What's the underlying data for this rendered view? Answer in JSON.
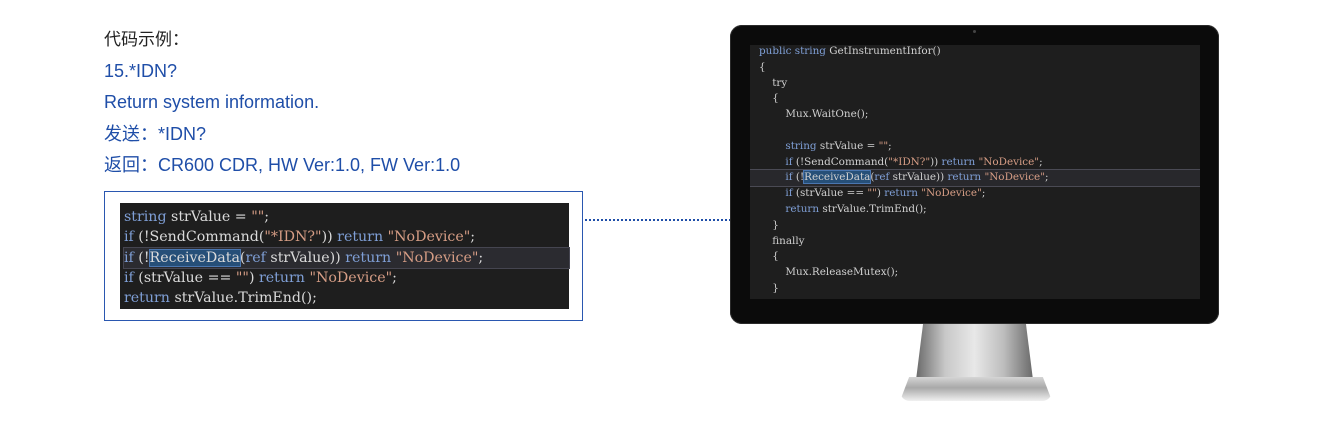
{
  "description": {
    "title": "代码示例：",
    "command": "15.*IDN?",
    "summary": "Return system information.",
    "send": "发送：*IDN?",
    "reply": "返回：CR600 CDR, HW Ver:1.0, FW Ver:1.0"
  },
  "snippet": {
    "l1_kw": "string",
    "l1_rest": " strValue = ",
    "l1_str": "\"\"",
    "l1_end": ";",
    "l2_kw1": "if",
    "l2_a": " (!SendCommand(",
    "l2_str1": "\"*IDN?\"",
    "l2_b": ")) ",
    "l2_kw2": "return",
    "l2_sp": " ",
    "l2_str2": "\"NoDevice\"",
    "l2_end": ";",
    "l3_kw1": "if",
    "l3_a": " (!",
    "l3_sel": "ReceiveData",
    "l3_b": "(",
    "l3_kw2": "ref",
    "l3_c": " strValue)) ",
    "l3_kw3": "return",
    "l3_sp": " ",
    "l3_str": "\"NoDevice\"",
    "l3_end": ";",
    "l4_kw1": "if",
    "l4_a": " (strValue == ",
    "l4_str1": "\"\"",
    "l4_b": ") ",
    "l4_kw2": "return",
    "l4_sp": " ",
    "l4_str2": "\"NoDevice\"",
    "l4_end": ";",
    "l5_kw": "return",
    "l5_rest": " strValue.TrimEnd();"
  },
  "screen": {
    "sig_kw1": "public",
    "sig_kw2": " string",
    "sig_rest": " GetInstrumentInfor()",
    "brace_open": "{",
    "try_kw": "    try",
    "try_open": "    {",
    "waitone": "        Mux.WaitOne();",
    "blank": " ",
    "s1_kw": "        string",
    "s1_rest": " strValue = ",
    "s1_str": "\"\"",
    "s1_end": ";",
    "s2_kw1": "        if",
    "s2_a": " (!SendCommand(",
    "s2_str1": "\"*IDN?\"",
    "s2_b": ")) ",
    "s2_kw2": "return",
    "s2_sp": " ",
    "s2_str2": "\"NoDevice\"",
    "s2_end": ";",
    "s3_kw1": "        if",
    "s3_a": " (!",
    "s3_sel": "ReceiveData",
    "s3_b": "(",
    "s3_kw2": "ref",
    "s3_c": " strValue)) ",
    "s3_kw3": "return",
    "s3_sp": " ",
    "s3_str": "\"NoDevice\"",
    "s3_end": ";",
    "s4_kw1": "        if",
    "s4_a": " (strValue == ",
    "s4_str1": "\"\"",
    "s4_b": ") ",
    "s4_kw2": "return",
    "s4_sp": " ",
    "s4_str2": "\"NoDevice\"",
    "s4_end": ";",
    "s5_kw": "        return",
    "s5_rest": " strValue.TrimEnd();",
    "try_close": "    }",
    "finally_kw": "    finally",
    "finally_open": "    {",
    "release": "        Mux.ReleaseMutex();",
    "finally_close": "    }"
  },
  "colors": {
    "accent_blue": "#1f4ea8",
    "editor_bg": "#1e1e1e",
    "keyword": "#7f9fd6",
    "string": "#d69d85"
  }
}
